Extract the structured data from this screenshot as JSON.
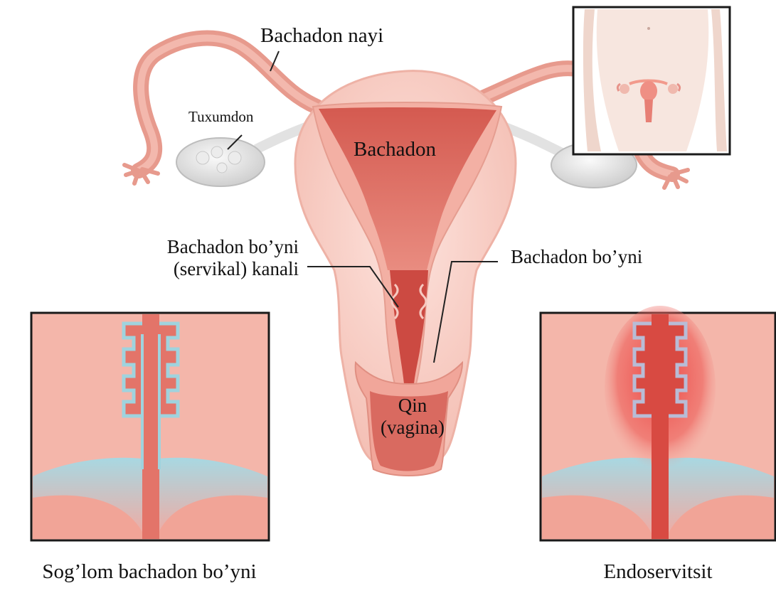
{
  "labels": {
    "fallopian_tube": "Bachadon nayi",
    "ovary": "Tuxumdon",
    "uterus": "Bachadon",
    "cervical_canal_line1": "Bachadon bo’yni",
    "cervical_canal_line2": "(servikal) kanali",
    "cervix": "Bachadon bo’yni",
    "vagina_line1": "Qin",
    "vagina_line2": "(vagina)",
    "healthy_cervix": "Sog’lom bachadon bo’yni",
    "endocervicitis": "Endoservitsit"
  },
  "colors": {
    "tissue_light": "#f6c9c0",
    "tissue_mid": "#f0a99c",
    "tissue_dark": "#d9665a",
    "canal_red": "#c9403a",
    "inflammation": "#e63b3b",
    "epithelium_blue": "#9fd3de",
    "ovary_grey": "#dcdcdc",
    "frame": "#1a1a1a"
  }
}
